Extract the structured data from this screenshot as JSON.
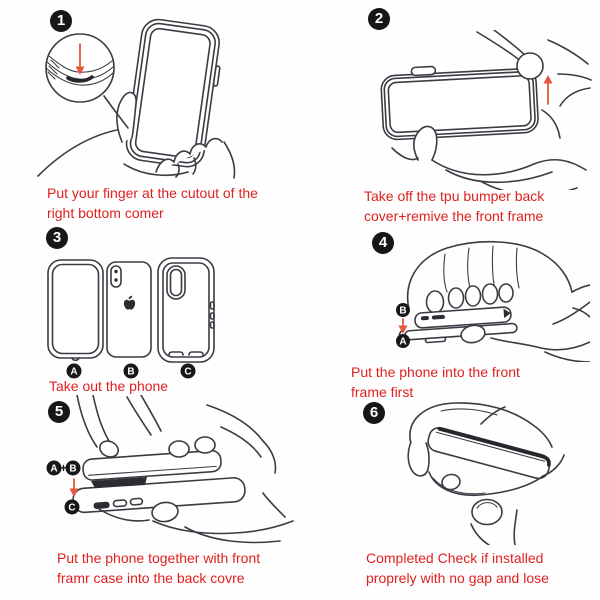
{
  "colors": {
    "line": "#3b3b43",
    "caption_red": "#e02020",
    "arrow_red": "#e8563e",
    "badge_black": "#17171a",
    "background": "#fefefe"
  },
  "steps": [
    {
      "number": "1",
      "caption": [
        "Put your finger at the cutout of the",
        "right bottom comer"
      ],
      "arrow": "down"
    },
    {
      "number": "2",
      "caption": [
        "Take off the tpu bumper back",
        "cover+remive the front frame"
      ],
      "arrow": "up"
    },
    {
      "number": "3",
      "caption": [
        "Take out the phone"
      ],
      "part_labels": [
        "A",
        "B",
        "C"
      ]
    },
    {
      "number": "4",
      "caption": [
        "Put the phone into the front",
        "frame first"
      ],
      "annotations": {
        "top": "B",
        "bottom": "A"
      },
      "arrow": "down"
    },
    {
      "number": "5",
      "caption": [
        "Put the phone together with front",
        "framr case into the back covre"
      ],
      "annotations": {
        "left": "A",
        "plus": "+",
        "right": "B",
        "bottom": "C"
      },
      "arrow": "down"
    },
    {
      "number": "6",
      "caption": [
        "Completed Check if installed",
        "proprely with no gap and lose"
      ]
    }
  ]
}
